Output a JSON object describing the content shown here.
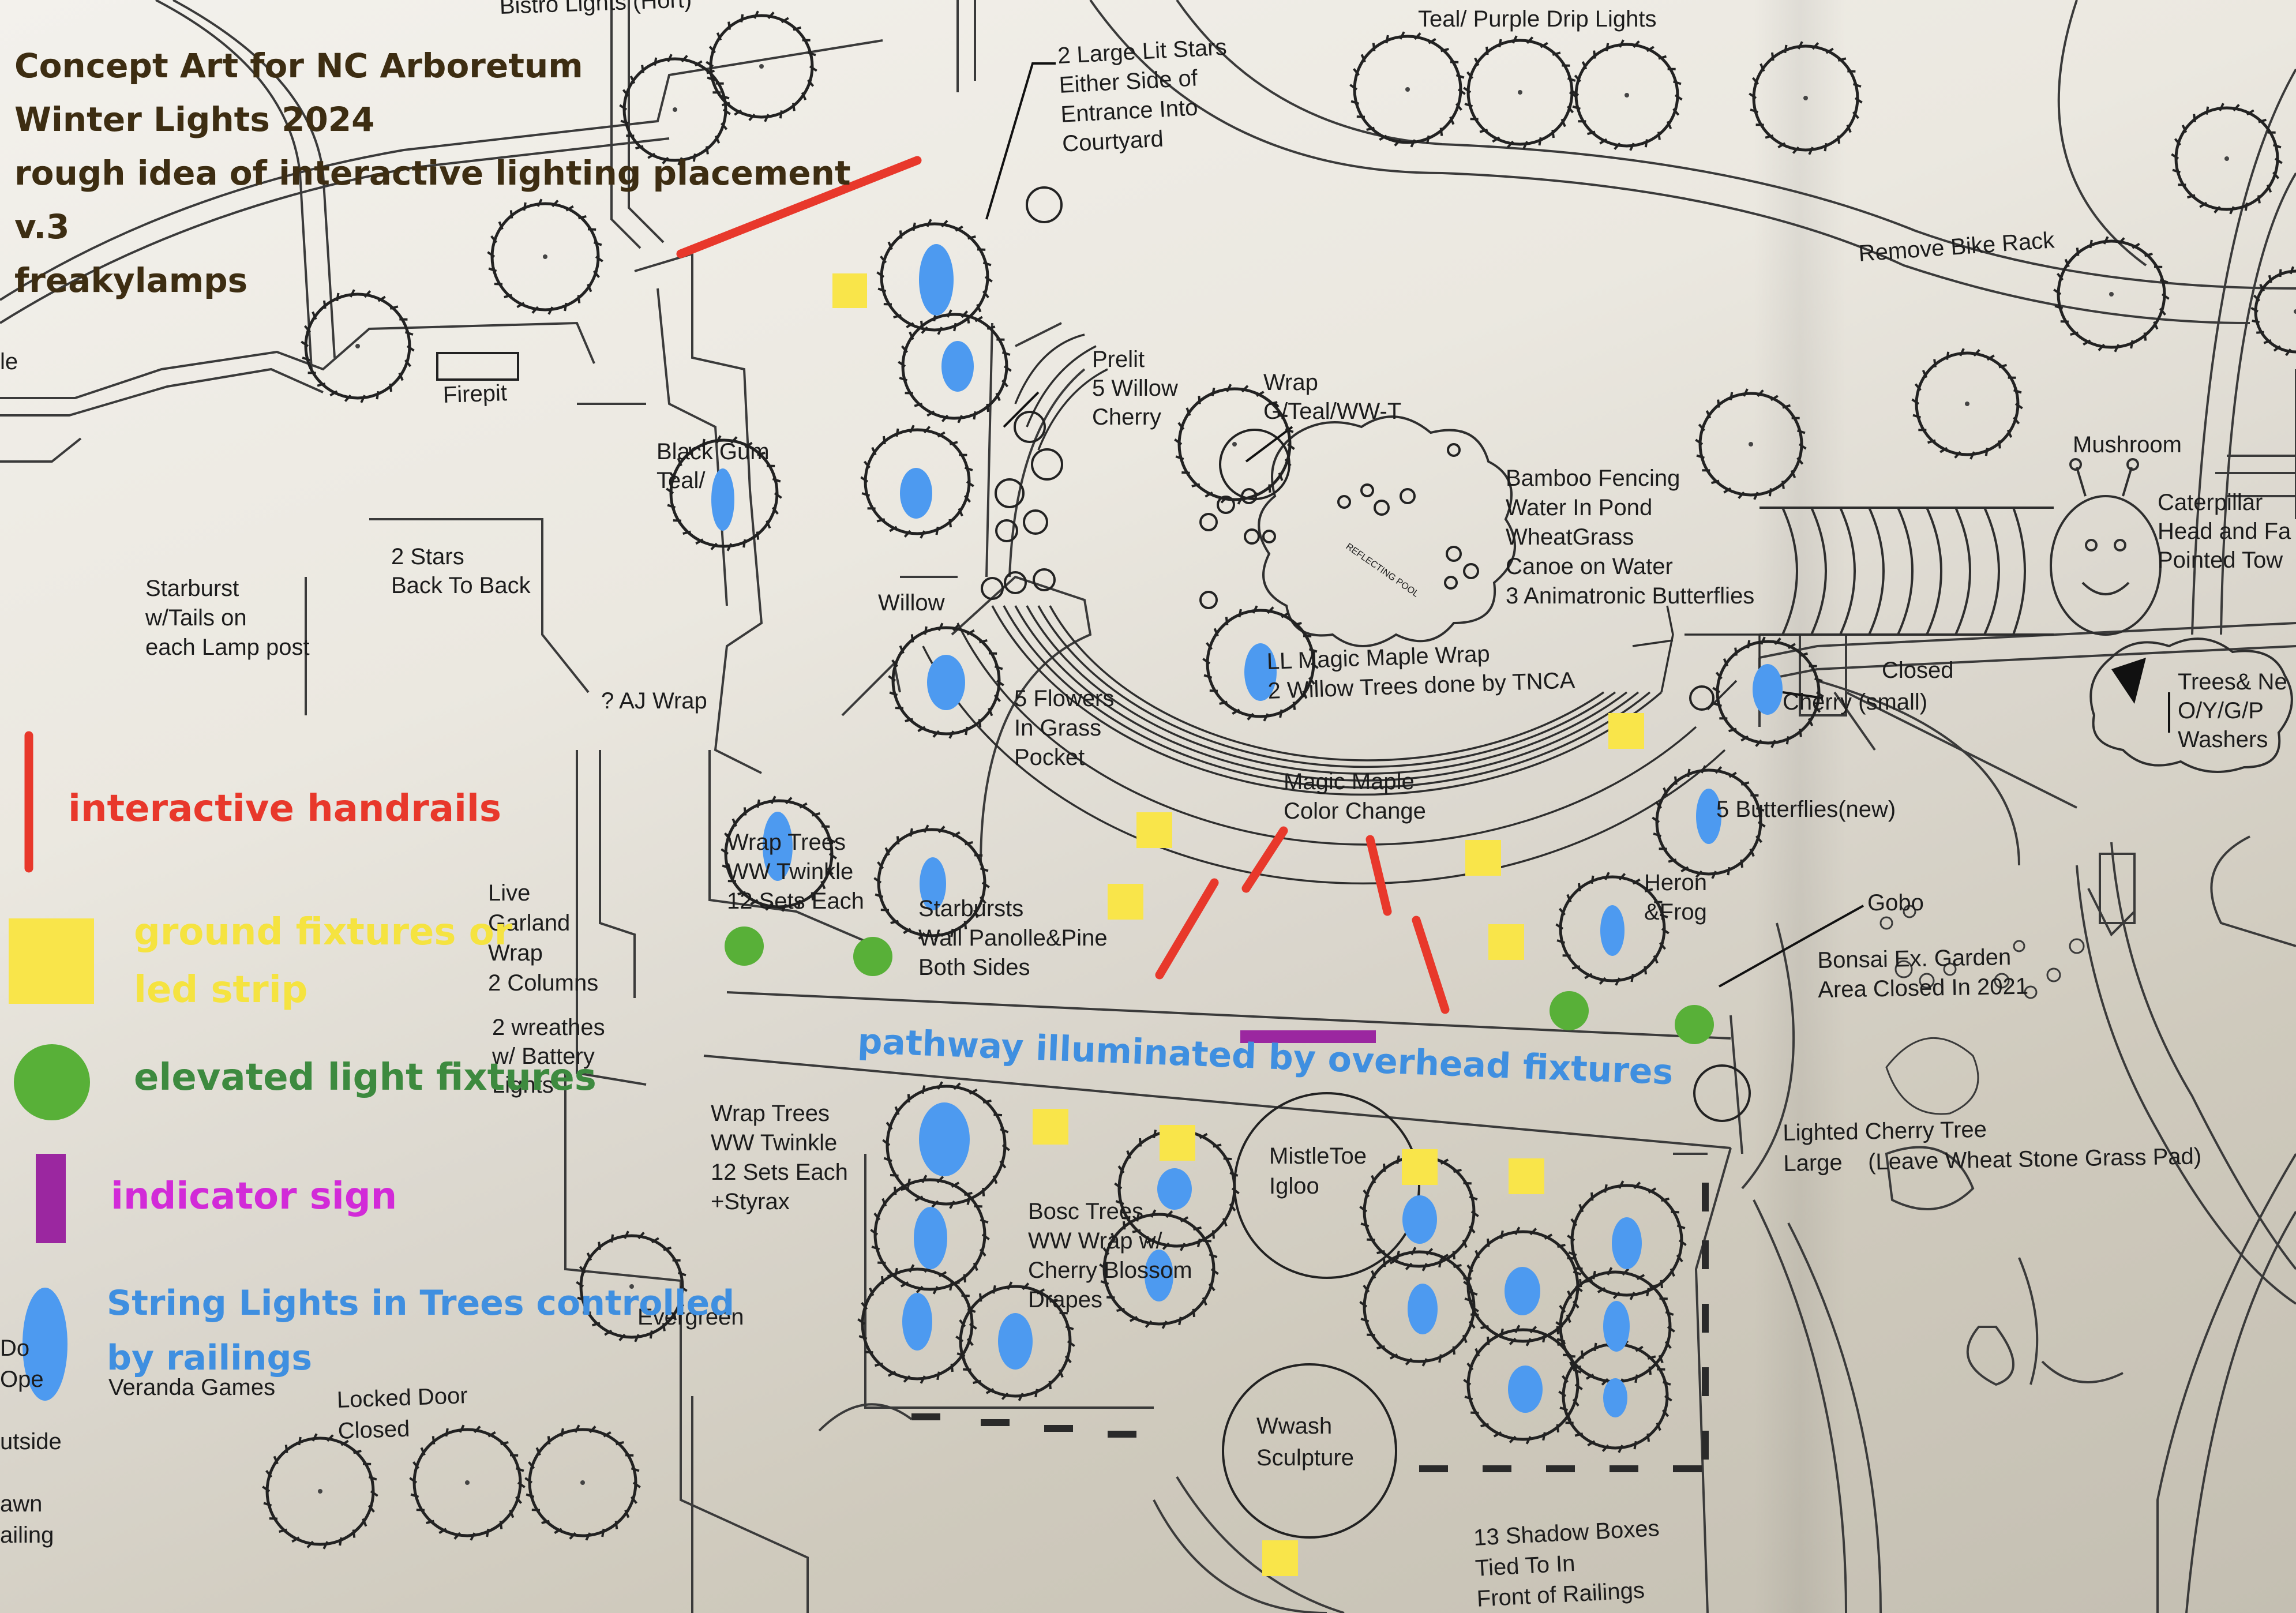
{
  "title_block": {
    "lines": [
      "Concept Art for NC Arboretum",
      "Winter Lights 2024",
      "rough idea of interactive lighting placement",
      "v.3",
      "freakylamps"
    ]
  },
  "legend": {
    "handrails": "interactive handrails",
    "ground_line1": "ground fixtures or",
    "ground_line2": "led strip",
    "elevated": "elevated light fixtures",
    "indicator": "indicator sign",
    "string_line1": "String Lights in Trees controlled",
    "string_line2": "by railings"
  },
  "pathway_label": "pathway illuminated by overhead fixtures",
  "plan_labels": {
    "bistro": "Bistro Lights (Hort)",
    "teal_purple": "Teal/ Purple Drip Lights",
    "stars": "2 Large Lit Stars\nEither Side of\nEntrance Into\nCourtyard",
    "remove_bike": "Remove Bike Rack",
    "firepit": "Firepit",
    "black_gum": "Black Gum\nTeal/",
    "prelit": "Prelit\n5 Willow\nCherry",
    "wrap_teal": "Wrap\nG/Teal/WW-T",
    "mushroom": "Mushroom",
    "caterpillar": "Caterpillar\nHead and Fa\nPointed Tow",
    "bamboo": "Bamboo Fencing\nWater In Pond\nWheatGrass\nCanoe on Water\n3 Animatronic Butterflies",
    "starburst": "Starburst\nw/Tails on\neach Lamp post",
    "two_stars": "2 Stars\nBack To Back",
    "willow": "Willow",
    "ll_maple": "LL Magic Maple Wrap\n2 Willow Trees done by TNCA",
    "closed": "Closed",
    "trees_ne": "Trees& Ne\nO/Y/G/P\nWashers",
    "aj_wrap": "? AJ Wrap",
    "flowers": "5 Flowers\nIn Grass\nPocket",
    "cherry_small": "Cherry (small)",
    "magic_maple": "Magic Maple\nColor Change",
    "butterflies": "5 Butterflies(new)",
    "wrap_trees_top": "Wrap Trees\nWW Twinkle\n12 Sets Each",
    "starbursts_wall": "Starbursts\nWall Panolle&Pine\nBoth Sides",
    "live_garland": "Live\nGarland\nWrap\n2 Columns",
    "wreathes": "2 wreathes\nw/ Battery\nLights",
    "heron": "Heron\n&Frog",
    "gobo": "Gobo",
    "bonsai": "Bonsai Ex. Garden\nArea Closed In 2021",
    "wrap_trees_bottom": "Wrap Trees\nWW Twinkle\n12 Sets Each\n+Styrax",
    "mistletoe": "MistleToe\nIgloo",
    "lighted_cherry": "Lighted Cherry Tree\nLarge    (Leave Wheat Stone Grass Pad)",
    "bosc": "Bosc Trees\nWW Wrap w/\nCherry Blossom\nDrapes",
    "evergreen": "Evergreen",
    "veranda": "Veranda Games",
    "locked_door": "Locked Door\nClosed",
    "wwash": "Wwash\nSculpture",
    "shadow_boxes": "13 Shadow Boxes\nTied To In\nFront of Railings",
    "reflecting_pool": "REFLECTING POOL",
    "left_edge": "Do\nOpe\n\nutside\n\nawn\nailing",
    "le": "le"
  },
  "colors": {
    "handrail_red": "#e8382b",
    "ground_yellow": "#f9e54a",
    "elevated_green": "#58b038",
    "indicator_purple": "#9b27a0",
    "string_blue": "#4d9af0",
    "title_brown": "#3d2d12"
  }
}
